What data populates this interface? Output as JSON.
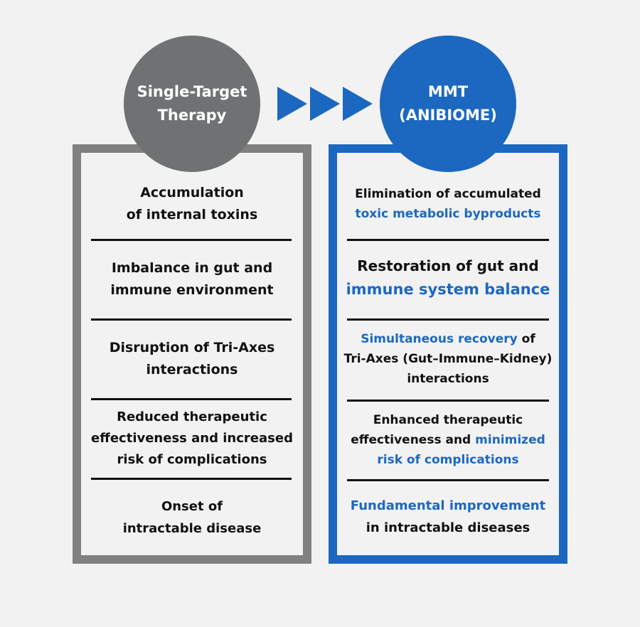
{
  "left": {
    "title_lines": [
      "Single-Target",
      "Therapy"
    ],
    "rows": [
      [
        "Accumulation",
        "of internal toxins"
      ],
      [
        "Imbalance in gut and",
        "immune environment"
      ],
      [
        "Disruption of Tri-Axes",
        "interactions"
      ],
      [
        "Reduced therapeutic",
        "effectiveness and increased",
        "risk of complications"
      ],
      [
        "Onset of",
        "intractable disease"
      ]
    ]
  },
  "right": {
    "title_lines": [
      "MMT",
      "(ANIBIOME)"
    ],
    "rows": [
      {
        "l1": "Elimination of accumulated",
        "l2_hl": "toxic metabolic byproducts"
      },
      {
        "l1": "Restoration of gut and",
        "l2_hl": "immune system balance"
      },
      {
        "l1_hl": "Simultaneous recovery",
        "l1_rest": " of",
        "l2": "Tri-Axes (Gut–Immune–Kidney)",
        "l3": "interactions"
      },
      {
        "l1": "Enhanced therapeutic",
        "l2": "effectiveness and ",
        "l2_hl": "minimized",
        "l3_hl": "risk of complications"
      },
      {
        "l1_hl": "Fundamental improvement",
        "l2": "in intractable diseases"
      }
    ]
  },
  "colors": {
    "blue": "#1c68c0",
    "gray": "#808080",
    "circle_gray": "#707173"
  }
}
